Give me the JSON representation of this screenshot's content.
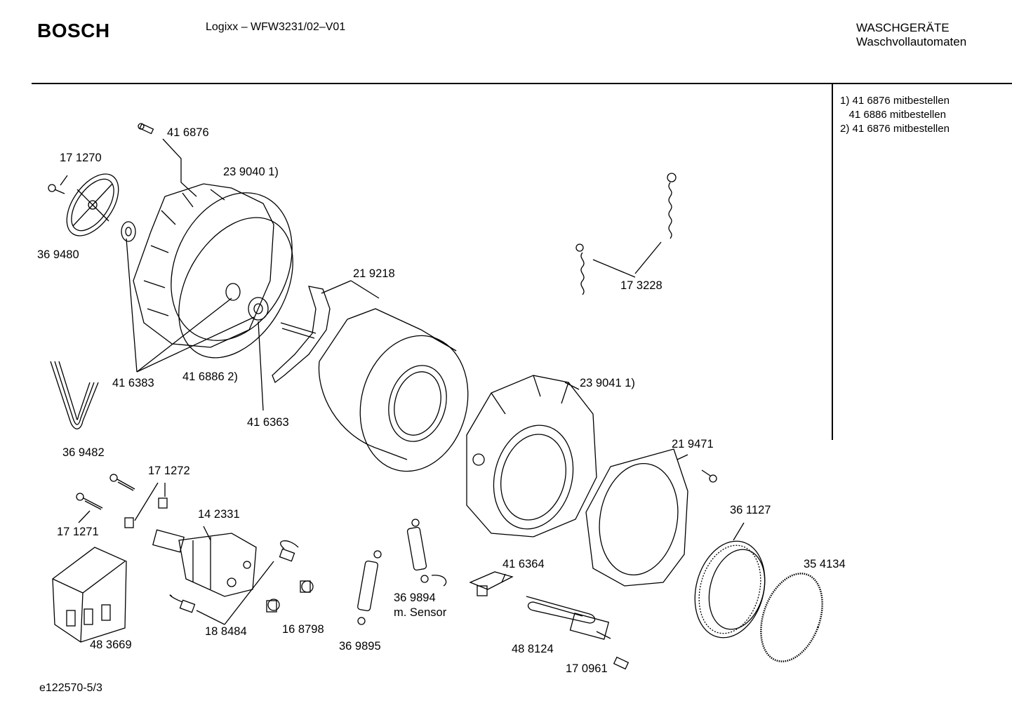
{
  "header": {
    "brand": "BOSCH",
    "model": "Logixx – WFW3231/02–V01",
    "category_line1": "WASCHGERÄTE",
    "category_line2": "Waschvollautomaten"
  },
  "notes": [
    "1) 41 6876 mitbestellen",
    "   41 6886 mitbestellen",
    "",
    "2) 41 6876 mitbestellen"
  ],
  "part_labels": {
    "p416876": "41 6876",
    "p171270": "17 1270",
    "p239040": "23 9040  1)",
    "p369480": "36 9480",
    "p219218": "21 9218",
    "p173228": "17 3228",
    "p416383": "41 6383",
    "p416886": "41 6886  2)",
    "p416363": "41 6363",
    "p239041": "23 9041 1)",
    "p369482": "36 9482",
    "p219471": "21 9471",
    "p171272": "17 1272",
    "p142331": "14  2331",
    "p171271": "17 1271",
    "p361127": "36 1127",
    "p416364": "41 6364",
    "p354134": "35 4134",
    "p369894": "36 9894",
    "p369894_note": "m. Sensor",
    "p483669": "48 3669",
    "p188484": "18 8484",
    "p168798": "16 8798",
    "p369895": "36 9895",
    "p488124": "48 8124",
    "p170961": "17 0961"
  },
  "footer": {
    "doc_id": "e122570-5/3"
  }
}
